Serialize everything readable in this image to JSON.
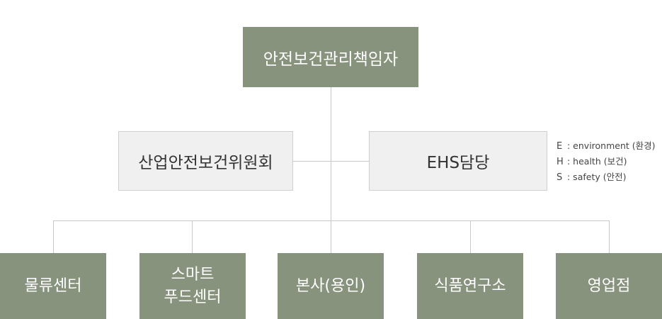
{
  "top_node": "안전보건관리책임자",
  "mid_left": "산업안전보건위원회",
  "mid_right": "EHS담당",
  "legend": [
    {
      "key": "E",
      "text": ": environment (환경)"
    },
    {
      "key": "H",
      "text": ": health (보건)"
    },
    {
      "key": "S",
      "text": ": safety (안전)"
    }
  ],
  "bottom_nodes": [
    {
      "lines": [
        "물류센터"
      ]
    },
    {
      "lines": [
        "스마트",
        "푸드센터"
      ]
    },
    {
      "lines": [
        "본사(용인)"
      ]
    },
    {
      "lines": [
        "식품연구소"
      ]
    },
    {
      "lines": [
        "영업점"
      ]
    }
  ],
  "colors": {
    "node_dark": "#87937d",
    "node_light": "#f0f0f0",
    "connector": "#c8c8c8"
  }
}
